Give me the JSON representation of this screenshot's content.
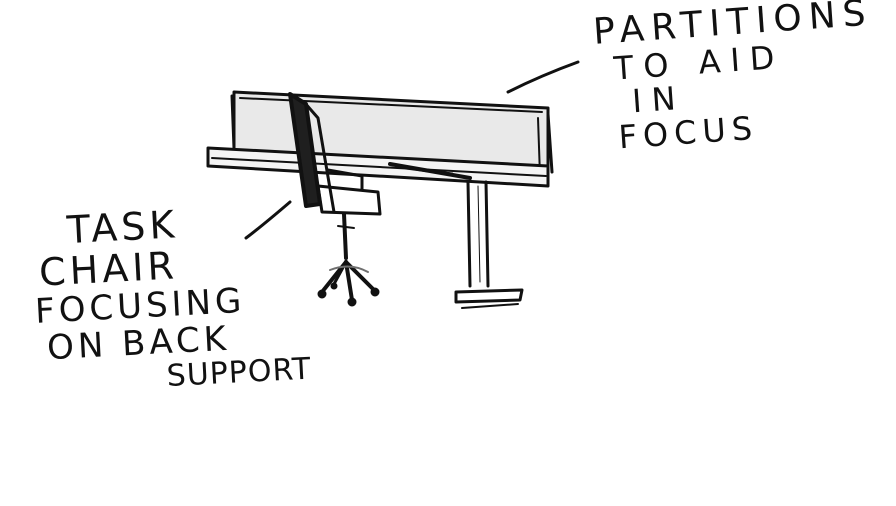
{
  "annotations": {
    "partitions": {
      "lines": [
        "PARTITIONS",
        "TO AID",
        "IN",
        "FOCUS"
      ]
    },
    "task_chair": {
      "lines": [
        "TASK",
        "CHAIR",
        "FOCUSING",
        "ON BACK",
        "SUPPORT"
      ]
    }
  },
  "colors": {
    "ink": "#111111",
    "partition_fill": "#e9e9e9",
    "shadow": "#6f6f6f",
    "background": "#ffffff"
  },
  "illustration": {
    "subject": "desk-with-partition-and-task-chair"
  }
}
